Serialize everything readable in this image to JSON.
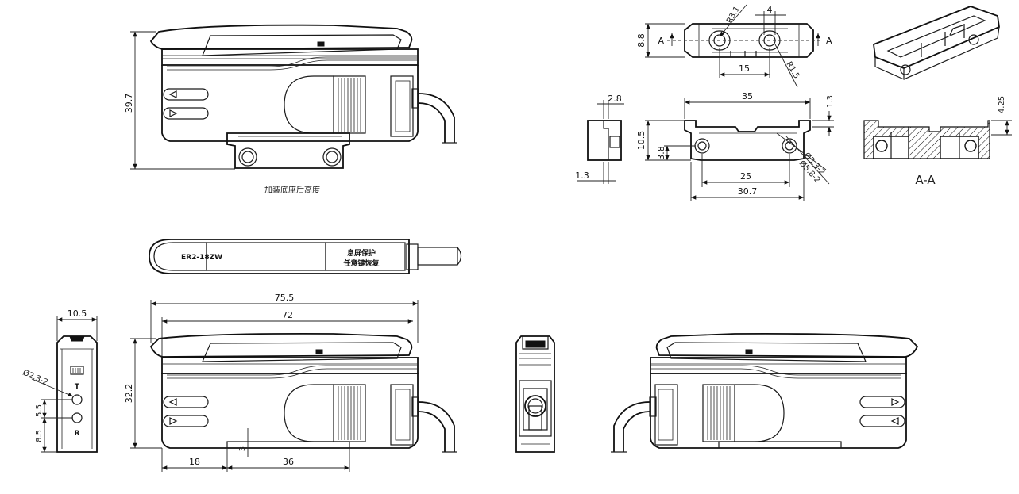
{
  "caption_base_height": "加装底座后高度",
  "product": {
    "model_label": "ER2-18ZW",
    "lock_label_1": "息屏保护",
    "lock_label_2": "任意键恢复",
    "port_t": "T",
    "port_r": "R"
  },
  "dims_side_top": {
    "height": "39.7"
  },
  "dims_side_bottom": {
    "height": "32.2",
    "len_total": "75.5",
    "len_body": "72",
    "off_left": "18",
    "span": "36",
    "step": "3"
  },
  "dims_end": {
    "width": "10.5",
    "pitch": "5.5",
    "bottom": "8.5",
    "hole": "Ø2.3-2"
  },
  "dims_base_top": {
    "height": "8.8",
    "slot_w": "4",
    "slot_pitch": "15",
    "r_left": "R3.1",
    "r_right": "R1.5",
    "section": "A"
  },
  "dims_base_front": {
    "width": "35",
    "height": "10.5",
    "hole_h": "3.8",
    "pitch": "25",
    "overall": "30.7",
    "top_step": "1.3",
    "hole_a": "Ø3.3-2",
    "hole_b": "Ø5.8-2"
  },
  "dims_base_side": {
    "width": "2.8",
    "bottom": "1.3"
  },
  "section_aa": {
    "label": "A-A",
    "depth": "4.25"
  }
}
